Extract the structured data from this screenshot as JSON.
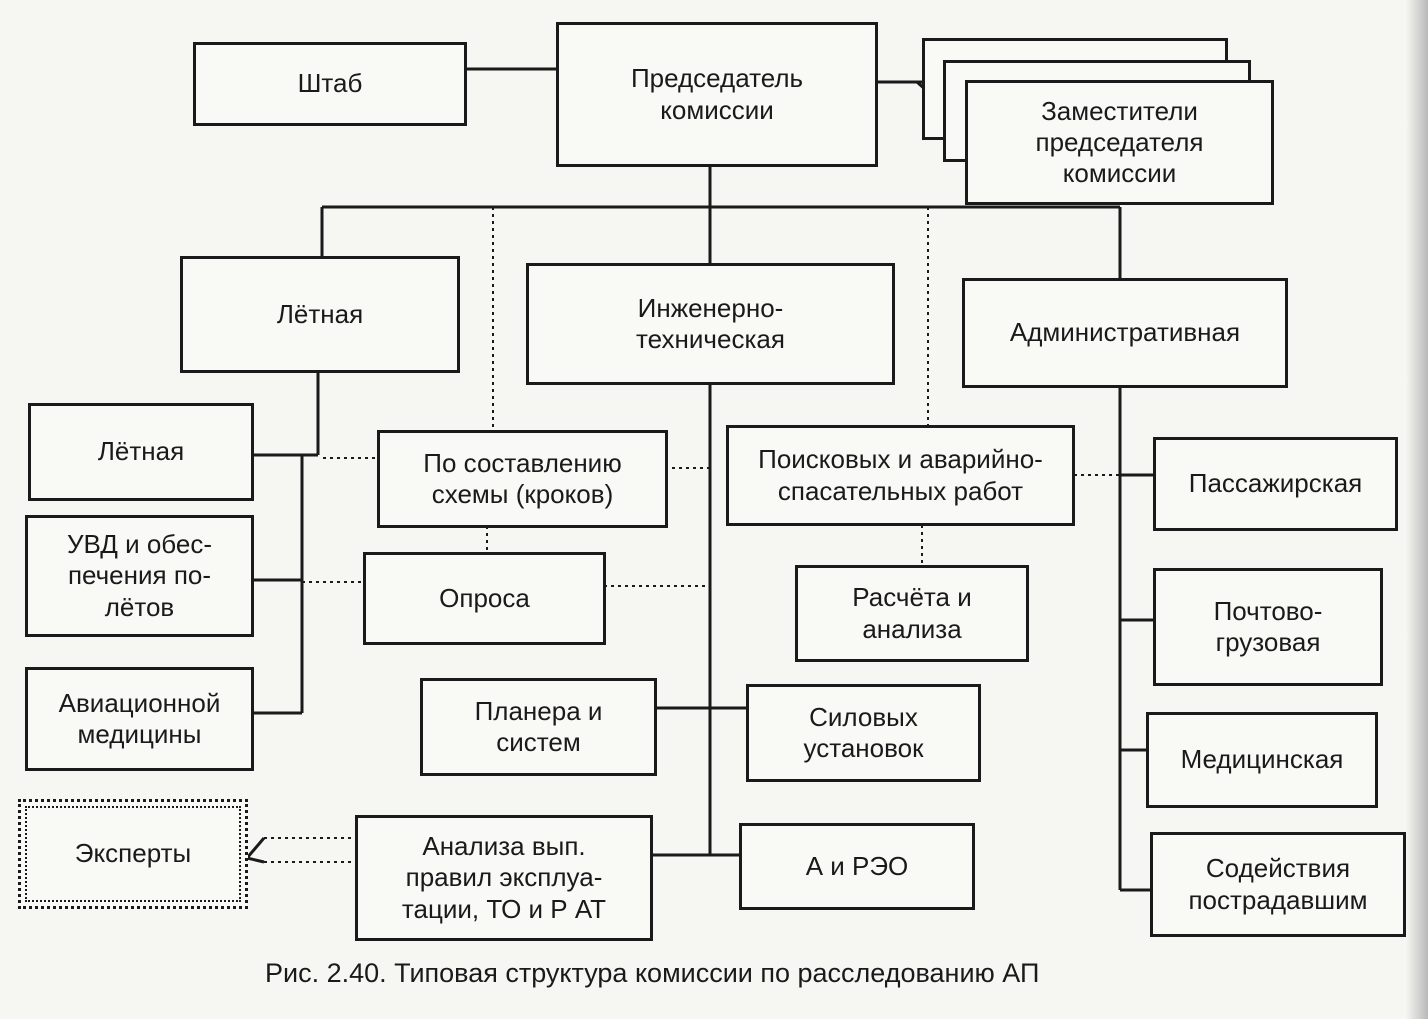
{
  "diagram": {
    "nodes": {
      "hq": "Штаб",
      "chairman": "Председатель\nкомиссии",
      "deputies": "Заместители\nпредседателя\nкомиссии",
      "flight_group": "Лётная",
      "engineering_group": "Инженерно-\nтехническая",
      "admin_group": "Административная",
      "flight_sub": "Лётная",
      "atc": "УВД и обес-\nпечения по-\nлётов",
      "aviation_medicine": "Авиационной\nмедицины",
      "experts": "Эксперты",
      "scheme": "По составлению\nсхемы (кроков)",
      "survey": "Опроса",
      "airframe": "Планера и\nсистем",
      "operation_rules": "Анализа вып.\nправил эксплуа-\nтации, ТО и Р АТ",
      "search_rescue": "Поисковых и аварийно-\nспасательных работ",
      "calculation": "Расчёта и\nанализа",
      "powerplants": "Силовых\nустановок",
      "avionics": "А и РЭО",
      "passenger": "Пассажирская",
      "postal_cargo": "Почтово-\nгрузовая",
      "medical": "Медицинская",
      "victims_support": "Содействия\nпострадавшим"
    }
  },
  "caption": "Рис. 2.40. Типовая структура комиссии по расследованию АП"
}
